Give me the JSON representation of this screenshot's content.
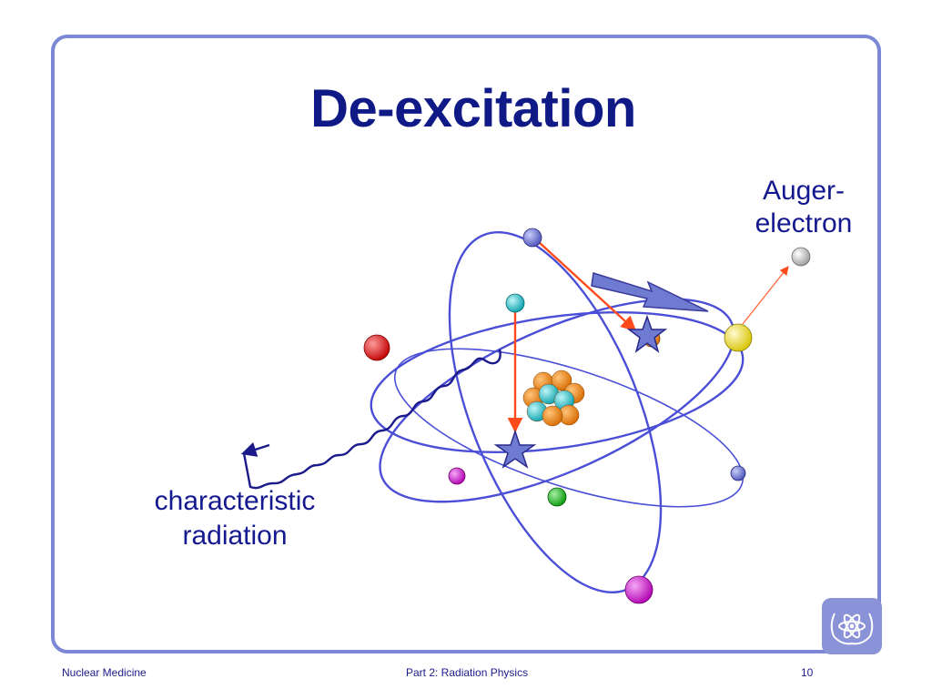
{
  "slide": {
    "title": "De-excitation",
    "labels": {
      "auger_line1": "Auger-",
      "auger_line2": "electron",
      "characteristic_line1": "characteristic",
      "characteristic_line2": "radiation"
    }
  },
  "footer": {
    "left": "Nuclear Medicine",
    "center": "Part 2: Radiation Physics",
    "page_number": "10"
  },
  "colors": {
    "frame": "#7c87d6",
    "title": "#0f1a86",
    "orbit": "#4b4fd6",
    "transition_arrow": "#ff4b1c",
    "photon_wave": "#1a1a8a",
    "vacancy_star": "#6f7bd0"
  },
  "icons": {
    "logo": "atom-olive-wreath-logo",
    "vacancy": "star-icon"
  }
}
